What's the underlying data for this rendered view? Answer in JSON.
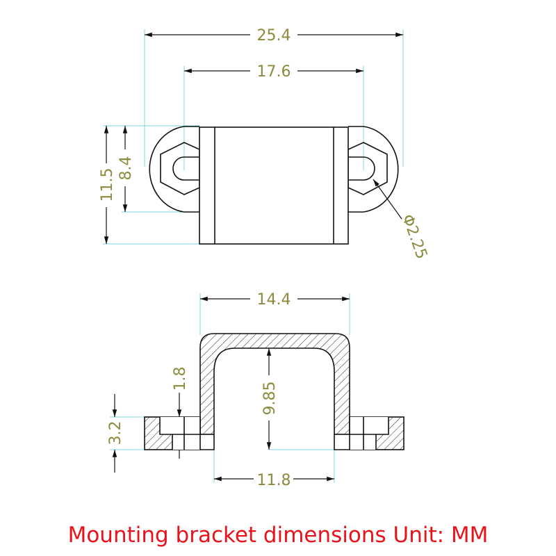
{
  "top_view": {
    "overall_width": "25.4",
    "hole_spacing": "17.6",
    "overall_depth": "11.5",
    "ear_depth": "8.4",
    "hole_diameter": "Φ2.25"
  },
  "side_view": {
    "outer_width": "14.4",
    "inner_height": "9.85",
    "counterbore_depth": "1.8",
    "flange_thickness": "3.2",
    "inner_width": "11.8"
  },
  "caption": "Mounting bracket dimensions Unit: MM",
  "colors": {
    "outline": "#111111",
    "extension": "#7fd6e0",
    "dimension_text": "#8c8a3c",
    "caption": "#e8131a"
  }
}
